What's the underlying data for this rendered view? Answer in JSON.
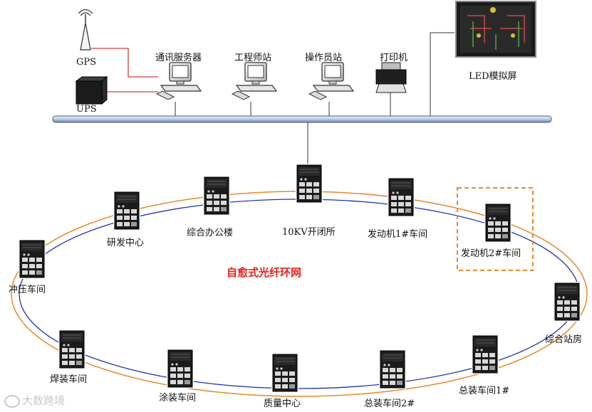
{
  "top": {
    "gps_label": "GPS",
    "ups_label": "UPS",
    "comm_server_label": "通讯服务器",
    "engineer_station_label": "工程师站",
    "operator_station_label": "操作员站",
    "printer_label": "打印机",
    "led_screen_label": "LED模拟屏"
  },
  "ring": {
    "title": "自愈式光纤环网",
    "nodes": {
      "kv_switch": "10KV开闭所",
      "office": "综合办公楼",
      "rnd": "研发中心",
      "stamping": "冲压车间",
      "welding": "焊装车间",
      "painting": "涂装车间",
      "quality": "质量中心",
      "assembly2": "总装车间2#",
      "assembly1": "总装车间1#",
      "station": "综合站房",
      "engine2": "发动机2#车间",
      "engine1": "发动机1#车间"
    }
  },
  "watermark": "大数跨境",
  "colors": {
    "ring_outer": "#e8872a",
    "ring_inner": "#2233aa",
    "title_red": "#e8201a",
    "highlight_box": "#e8872a",
    "link_red": "#d43a3a",
    "bus": "#c9d8ee"
  }
}
